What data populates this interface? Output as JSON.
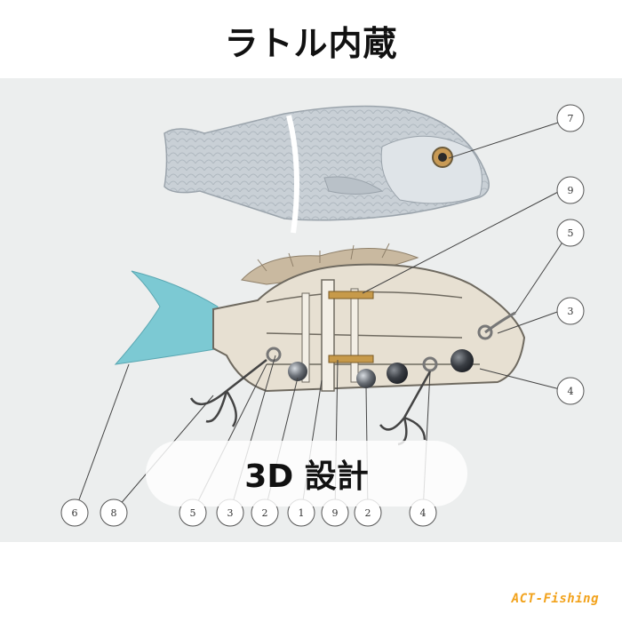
{
  "title": "ラトル内蔵",
  "banner": "3D 設計",
  "brand": "ACT-Fishing",
  "callouts": {
    "top_right": [
      "7",
      "9",
      "5",
      "3",
      "4"
    ],
    "bottom": [
      "6",
      "8",
      "5",
      "3",
      "2",
      "1",
      "9",
      "2",
      "4"
    ]
  },
  "colors": {
    "tail": "#7cc9d3",
    "shell": "#c9d0d6",
    "frame": "#e7e0d2",
    "ball": "#5a5f66",
    "panel": "#eceeee",
    "brand": "#f2a21b"
  }
}
